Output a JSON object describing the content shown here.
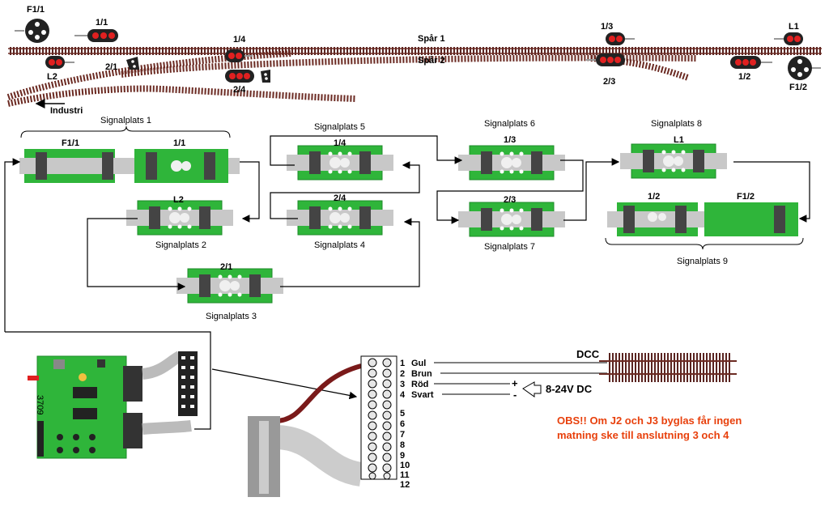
{
  "colors": {
    "rail": "#6b2a22",
    "sleeper": "#4a1e18",
    "board": "#2fb53a",
    "board_dark": "#1d8a28",
    "ribbon": "#bdbdbd",
    "connector": "#3a3a3a",
    "signal_red": "#e02020",
    "signal_off": "#8a8a8a",
    "warning": "#e8400c"
  },
  "track": {
    "line1_label": "Spår 1",
    "line2_label": "Spår 2",
    "industry_label": "Industri"
  },
  "signals": {
    "f1_1": "F1/1",
    "s1_1": "1/1",
    "l2": "L2",
    "s2_1": "2/1",
    "s1_4": "1/4",
    "s2_4": "2/4",
    "s1_3": "1/3",
    "s2_3": "2/3",
    "s1_2": "1/2",
    "l1": "L1",
    "f1_2": "F1/2"
  },
  "signal_places": {
    "sp1": {
      "title": "Signalplats 1",
      "left": "F1/1",
      "right": "1/1"
    },
    "sp2": {
      "title": "Signalplats 2",
      "label": "L2"
    },
    "sp3": {
      "title": "Signalplats 3",
      "label": "2/1"
    },
    "sp4": {
      "title": "Signalplats 4",
      "label": "2/4"
    },
    "sp5": {
      "title": "Signalplats 5",
      "label": "1/4"
    },
    "sp6": {
      "title": "Signalplats 6",
      "label": "1/3"
    },
    "sp7": {
      "title": "Signalplats 7",
      "label": "2/3"
    },
    "sp8": {
      "title": "Signalplats 8",
      "label": "L1"
    },
    "sp9": {
      "title": "Signalplats 9",
      "left": "1/2",
      "right": "F1/2"
    }
  },
  "decoder": {
    "board_label": "3709"
  },
  "terminal": {
    "pins": [
      "1",
      "2",
      "3",
      "4",
      "5",
      "6",
      "7",
      "8",
      "9",
      "10",
      "11",
      "12"
    ],
    "pin_names": [
      "Gul",
      "Brun",
      "Röd",
      "Svart"
    ],
    "dcc_label": "DCC",
    "power_label": "8-24V DC",
    "plus": "+",
    "minus": "-"
  },
  "warning": {
    "line1": "OBS!! Om J2 och J3 byglas får ingen",
    "line2": "matning ske till anslutning 3 och 4"
  }
}
